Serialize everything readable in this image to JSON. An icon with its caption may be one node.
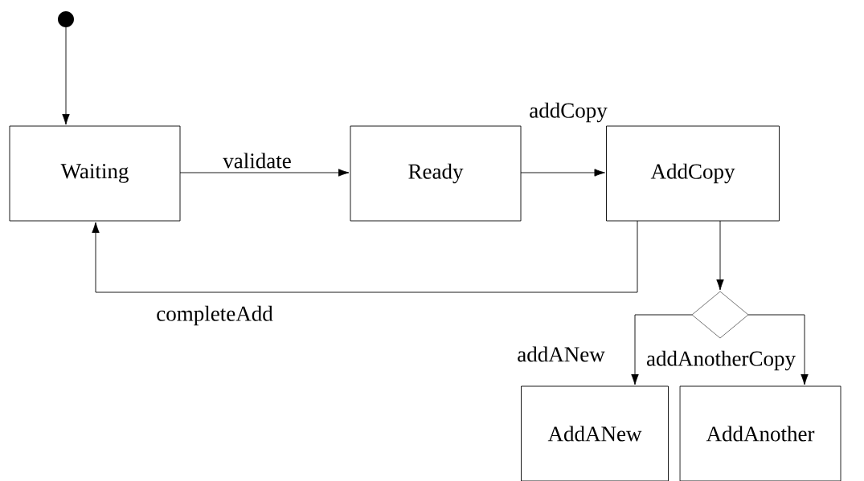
{
  "diagram": {
    "nodes": [
      {
        "text": [],
        "shape": "circle"
      },
      {
        "text": [
          "Waiting"
        ]
      },
      {
        "text": [
          "Ready"
        ]
      },
      {
        "text": [
          "AddCopy"
        ]
      },
      {
        "text": [],
        "shape": "diamond"
      },
      {
        "text": [
          "AddANew"
        ]
      },
      {
        "text": [
          "AddAnother"
        ]
      }
    ],
    "edges": [
      {
        "from": 0,
        "to": 1,
        "arrow": "to"
      },
      {
        "from": 1,
        "to": 2,
        "arrow": "to",
        "label": "validate"
      },
      {
        "from": 2,
        "to": 3,
        "arrow": "to",
        "label": "addCopy"
      },
      {
        "from": 3,
        "to": 1,
        "arrow": "to",
        "label": "completeAdd"
      },
      {
        "from": 3,
        "to": 4,
        "arrow": "to"
      },
      {
        "from": 4,
        "to": 5,
        "arrow": "to",
        "label": "addANew"
      },
      {
        "from": 4,
        "to": 6,
        "arrow": "to",
        "label": "addAnotherCopy"
      }
    ]
  }
}
